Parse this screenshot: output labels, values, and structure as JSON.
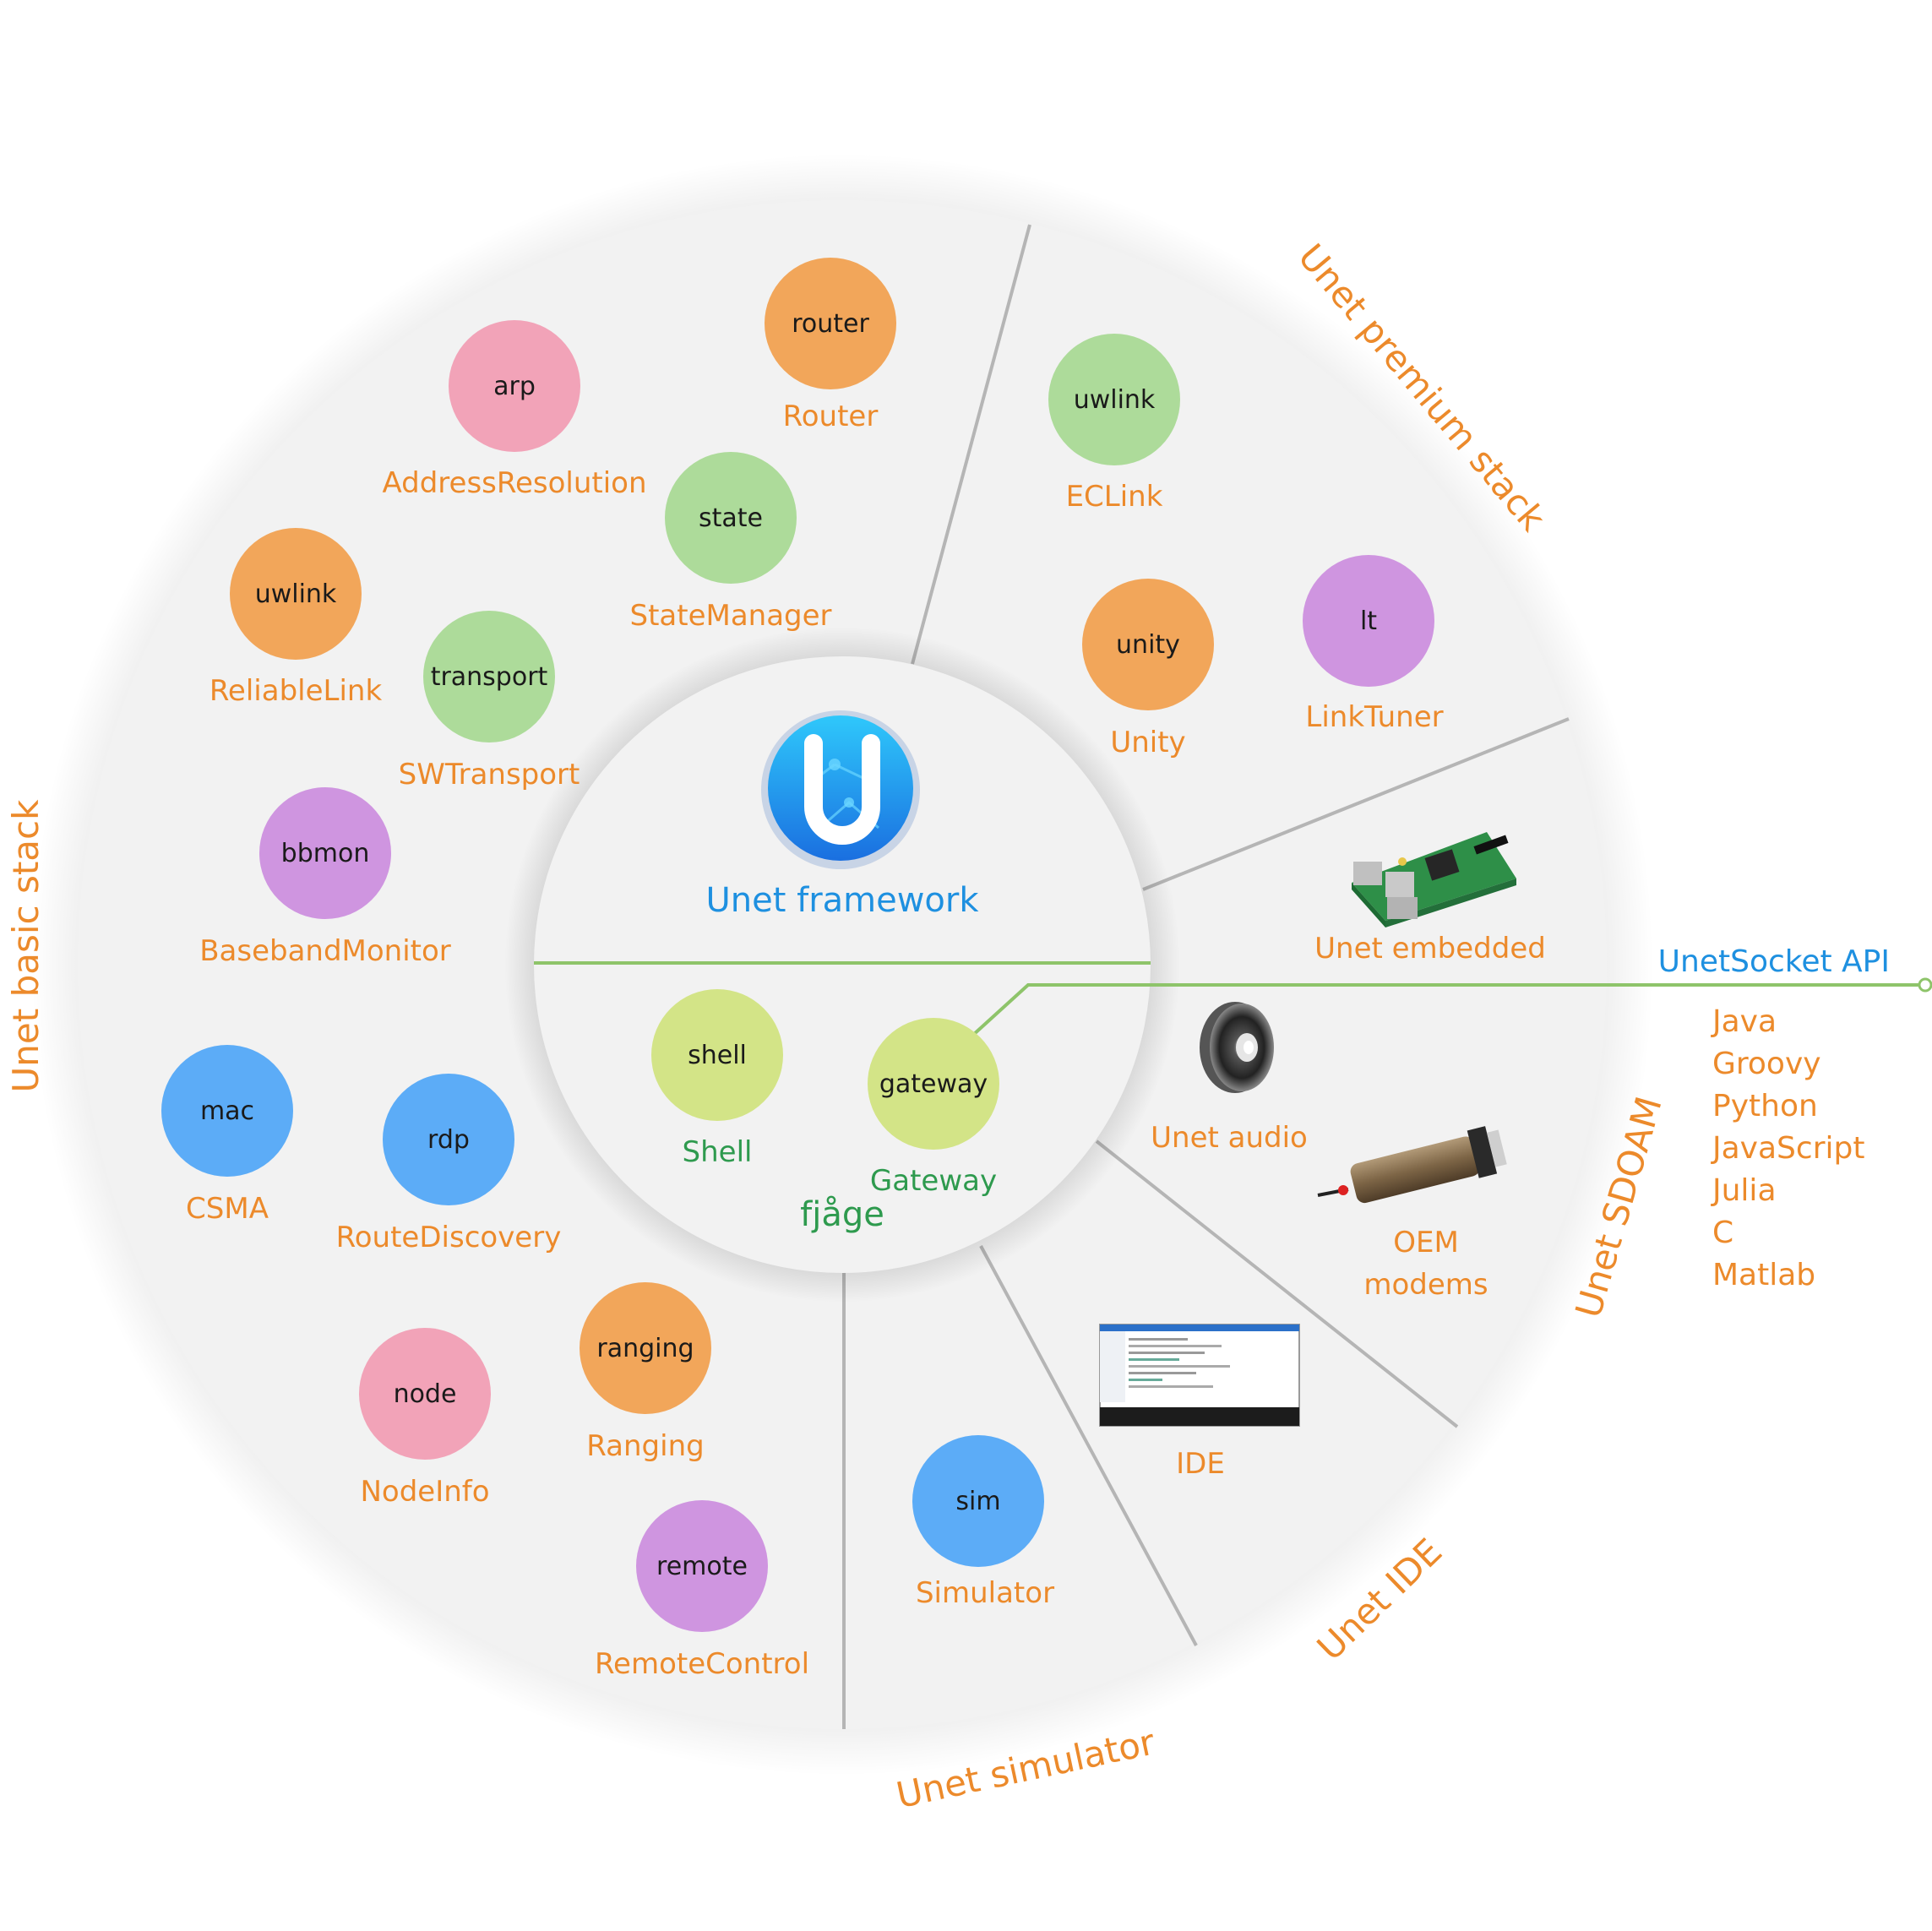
{
  "colors": {
    "orange_text": "#ec8a2b",
    "green_text": "#2e9a4e",
    "blue_text": "#1e90e0",
    "ring_fill": "#f2f2f2",
    "divider": "#b5b5b5",
    "api_line": "#8ec46a",
    "agent_pink": "#f2a3b8",
    "agent_orange": "#f2a65a",
    "agent_green": "#addb9a",
    "agent_lime": "#d3e487",
    "agent_purple": "#cf95e0",
    "agent_blue": "#5cacf7"
  },
  "sections": {
    "basic": "Unet basic stack",
    "premium": "Unet premium stack",
    "sdoam": "Unet SDOAM",
    "ide": "Unet IDE",
    "simulator": "Unet simulator"
  },
  "center": {
    "logo": "U",
    "logo_icon": "unet-logo-icon",
    "title": "Unet framework",
    "fjage": "fjåge"
  },
  "agents": [
    {
      "id": "router",
      "agent": "router",
      "service": "Router",
      "color": "agent_orange",
      "service_color": "orange_text"
    },
    {
      "id": "arp",
      "agent": "arp",
      "service": "AddressResolution",
      "color": "agent_pink",
      "service_color": "orange_text"
    },
    {
      "id": "state",
      "agent": "state",
      "service": "StateManager",
      "color": "agent_green",
      "service_color": "orange_text"
    },
    {
      "id": "uwlink-basic",
      "agent": "uwlink",
      "service": "ReliableLink",
      "color": "agent_orange",
      "service_color": "orange_text"
    },
    {
      "id": "transport",
      "agent": "transport",
      "service": "SWTransport",
      "color": "agent_green",
      "service_color": "orange_text"
    },
    {
      "id": "bbmon",
      "agent": "bbmon",
      "service": "BasebandMonitor",
      "color": "agent_purple",
      "service_color": "orange_text"
    },
    {
      "id": "mac",
      "agent": "mac",
      "service": "CSMA",
      "color": "agent_blue",
      "service_color": "orange_text"
    },
    {
      "id": "rdp",
      "agent": "rdp",
      "service": "RouteDiscovery",
      "color": "agent_blue",
      "service_color": "orange_text"
    },
    {
      "id": "ranging",
      "agent": "ranging",
      "service": "Ranging",
      "color": "agent_orange",
      "service_color": "orange_text"
    },
    {
      "id": "node",
      "agent": "node",
      "service": "NodeInfo",
      "color": "agent_pink",
      "service_color": "orange_text"
    },
    {
      "id": "remote",
      "agent": "remote",
      "service": "RemoteControl",
      "color": "agent_purple",
      "service_color": "orange_text"
    },
    {
      "id": "uwlink-premium",
      "agent": "uwlink",
      "service": "ECLink",
      "color": "agent_green",
      "service_color": "orange_text"
    },
    {
      "id": "unity",
      "agent": "unity",
      "service": "Unity",
      "color": "agent_orange",
      "service_color": "orange_text"
    },
    {
      "id": "lt",
      "agent": "lt",
      "service": "LinkTuner",
      "color": "agent_purple",
      "service_color": "orange_text"
    },
    {
      "id": "sim",
      "agent": "sim",
      "service": "Simulator",
      "color": "agent_blue",
      "service_color": "orange_text"
    },
    {
      "id": "shell",
      "agent": "shell",
      "service": "Shell",
      "color": "agent_lime",
      "service_color": "green_text"
    },
    {
      "id": "gateway",
      "agent": "gateway",
      "service": "Gateway",
      "color": "agent_lime",
      "service_color": "green_text"
    }
  ],
  "products": {
    "embedded": {
      "label": "Unet embedded",
      "icon": "raspberry-pi-board-icon"
    },
    "audio": {
      "label": "Unet audio",
      "icon": "speaker-icon"
    },
    "oem_line1": "OEM",
    "oem_line2": "modems",
    "oem_icon": "modem-icon",
    "ide": {
      "label": "IDE",
      "icon": "ide-screenshot-icon"
    }
  },
  "api": {
    "title": "UnetSocket API",
    "languages": [
      "Java",
      "Groovy",
      "Python",
      "JavaScript",
      "Julia",
      "C",
      "Matlab"
    ]
  }
}
